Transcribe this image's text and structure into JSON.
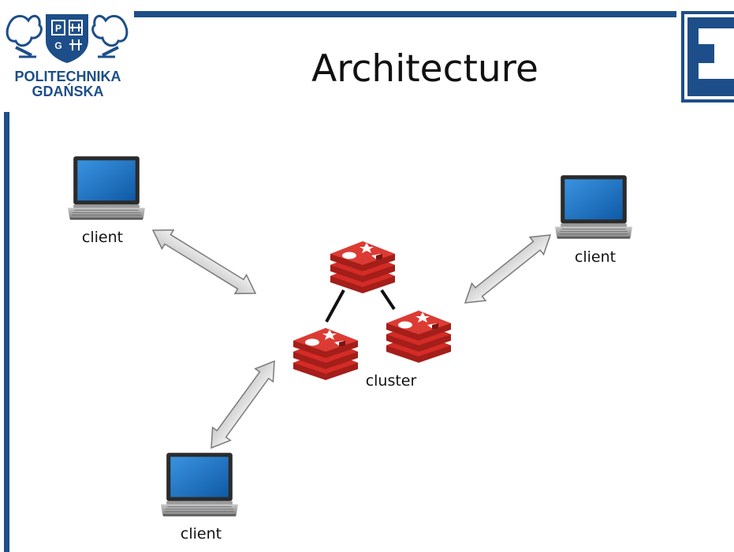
{
  "header": {
    "logo_line1": "POLITECHNIKA",
    "logo_line2": "GDAŃSKA",
    "crest_letters": [
      "P",
      "G"
    ],
    "title": "Architecture"
  },
  "diagram": {
    "clients": [
      {
        "label": "client"
      },
      {
        "label": "client"
      },
      {
        "label": "client"
      }
    ],
    "cluster": {
      "label": "cluster",
      "nodes": 3
    }
  },
  "colors": {
    "brand_blue": "#1d4e89",
    "redis_red": "#d42b26",
    "arrow_fill": "#dcdcdc",
    "arrow_stroke": "#7a7a7a",
    "screen_blue": "#1b74c6"
  }
}
